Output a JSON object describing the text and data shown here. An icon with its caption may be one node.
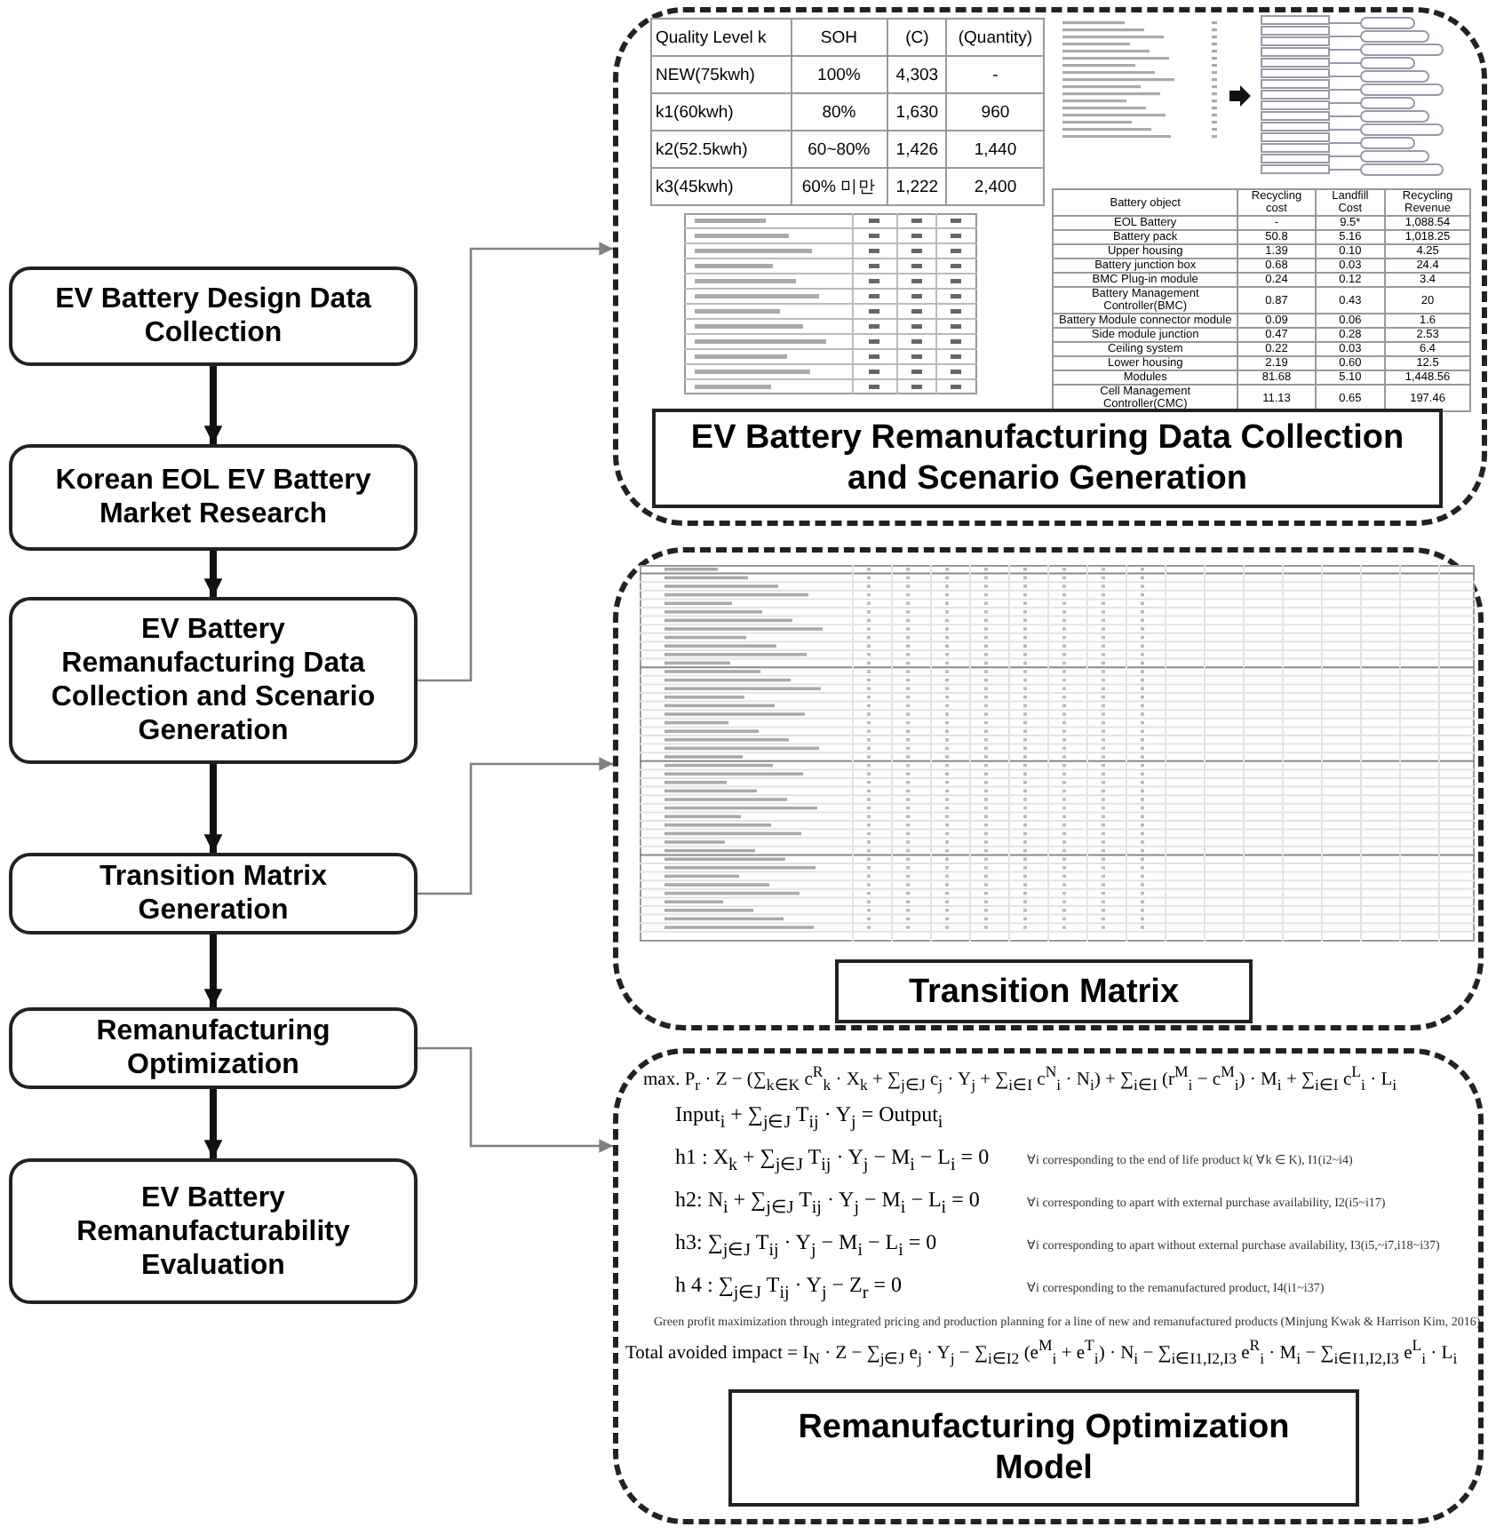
{
  "diagram": {
    "nodes": [
      {
        "text": [
          "EV Battery Design Data Collection"
        ]
      },
      {
        "text": [
          "Korean EOL EV Battery Market Research"
        ]
      },
      {
        "text": [
          "EV Battery Remanufacturing Data Collection and Scenario Generation"
        ]
      },
      {
        "text": [
          "Transition Matrix Generation"
        ]
      },
      {
        "text": [
          "Remanufacturing Optimization"
        ]
      },
      {
        "text": [
          "EV Battery Remanufacturability Evaluation"
        ]
      },
      {
        "text": [],
        "shape": "box"
      },
      {
        "text": [
          "EV Battery Remanufacturing Data Collection and Scenario Generation"
        ],
        "in": 6
      },
      {
        "text": [],
        "shape": "box"
      },
      {
        "text": [
          "Transition Matrix"
        ],
        "in": 8
      },
      {
        "text": [],
        "shape": "box"
      },
      {
        "text": [
          "Remanufacturing Optimization Model"
        ],
        "in": 10
      }
    ],
    "edges": [
      {
        "from": 0,
        "to": 1,
        "arrow": "to"
      },
      {
        "from": 1,
        "to": 2,
        "arrow": "to"
      },
      {
        "from": 2,
        "to": 3,
        "arrow": "to"
      },
      {
        "from": 3,
        "to": 4,
        "arrow": "to"
      },
      {
        "from": 4,
        "to": 5,
        "arrow": "to"
      },
      {
        "from": 2,
        "to": 6,
        "arrow": "to",
        "color": "#808080"
      },
      {
        "from": 3,
        "to": 8,
        "arrow": "to",
        "color": "#808080"
      },
      {
        "from": 4,
        "to": 10,
        "arrow": "to",
        "color": "#808080"
      }
    ],
    "labels": [
      "Quality Level k",
      "SOH",
      "(C)",
      "(Quantity)",
      "NEW(75kwh)",
      "100%",
      "4,303",
      "-",
      "k1(60kwh)",
      "80%",
      "1,630",
      "960",
      "k2(52.5kwh)",
      "60~80%",
      "1,426",
      "1,440",
      "k3(45kwh)",
      "60% 미만",
      "1,222",
      "2,400",
      "Battery object",
      "Recycling cost",
      "Landfill Cost",
      "Recycling Revenue",
      "EOL Battery",
      "-",
      "9.5*",
      "1,088.54",
      "Battery pack",
      "50.8",
      "5.16",
      "1,018.25",
      "Upper housing",
      "1.39",
      "0.10",
      "4.25",
      "Battery junction box",
      "0.68",
      "0.03",
      "24.4",
      "BMC Plug-in module",
      "0.24",
      "0.12",
      "3.4",
      "Battery Management Controller(BMC)",
      "0.87",
      "0.43",
      "20",
      "Battery Module connector module",
      "0.09",
      "0.06",
      "1.6",
      "Side module junction",
      "0.47",
      "0.28",
      "2.53",
      "Ceiling system",
      "0.22",
      "0.03",
      "6.4",
      "Lower housing",
      "2.19",
      "0.60",
      "12.5",
      "Modules",
      "81.68",
      "5.10",
      "1,448.56",
      "Cell Management Controller(CMC)",
      "11.13",
      "0.65",
      "197.46",
      "max. P$_{r}$ · Z − (∑$_{k∈K}$ c$^{R}$$_{k}$ · X$_{k}$ + ∑$_{j∈J}$ c$_{j}$ · Y$_{j}$ + ∑$_{i∈I}$ c$^{N}$$_{i}$ · N$_{i}$) + ∑$_{i∈I}$ (r$^{M}$$_{i}$ − c$^{M}$$_{i}$) · M$_{i}$ + ∑$_{i∈I}$ c$^{L}$$_{i}$ · L$_{i}$",
      "Input$_{i}$ + ∑$_{j∈J}$ T$_{ij}$ · Y$_{j}$ = Output$_{i}$",
      "h1 : X$_{k}$ + ∑$_{j∈J}$ T$_{ij}$ · Y$_{j}$ − M$_{i}$ − L$_{i}$ = 0",
      "∀i corresponding to the end of life product k( ∀k ∈ K), I1(i2~i4)",
      "h2: N$_{i}$ + ∑$_{j∈J}$ T$_{ij}$ · Y$_{j}$ − M$_{i}$ − L$_{i}$ = 0",
      "∀i corresponding to apart with external purchase availability, I2(i5~i17)",
      "h3: ∑$_{j∈J}$ T$_{ij}$ · Y$_{j}$ − M$_{i}$ − L$_{i}$ = 0",
      "∀i corresponding to apart without external purchase availability, I3(i5,~i7,i18~i37)",
      "h 4 : ∑$_{j∈J}$ T$_{ij}$ · Y$_{j}$ − Z$_{r}$ = 0",
      "∀i corresponding to the remanufactured product, I4(i1~i37)",
      "Green profit maximization through integrated pricing and production planning for a line of new and remanufactured products (Minjung Kwak & Harrison Kim, 2016)",
      "Total avoided impact = I$_{N}$ · Z − ∑$_{j∈J}$ e$_{j}$ · Y$_{j}$ − ∑$_{i∈I2}$ (e$^{M}$$_{i}$ + e$^{T}$$_{i}$) · N$_{i}$ − ∑$_{i∈I1,I2,I3}$ e$^{R}$$_{i}$ · M$_{i}$ − ∑$_{i∈I1,I2,I3}$ e$^{L}$$_{i}$ · L$_{i}$"
    ]
  }
}
